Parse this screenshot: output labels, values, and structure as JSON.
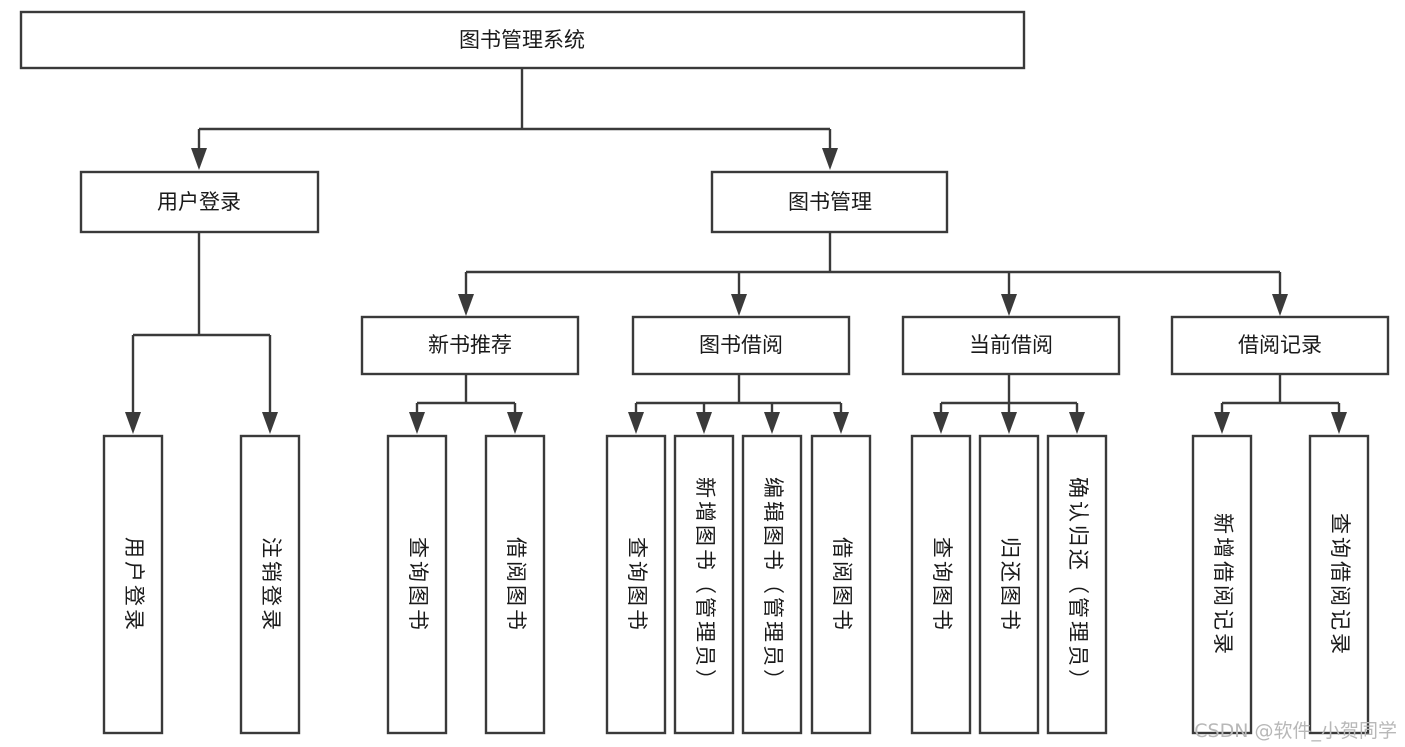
{
  "diagram": {
    "title": "图书管理系统",
    "watermark": "CSDN @软件_小贺同学",
    "colors": {
      "stroke": "#3a3a3a",
      "fill": "#ffffff",
      "text": "#1a1a1a",
      "watermark": "#b8b8b8",
      "background": "#ffffff"
    },
    "root": {
      "label": "图书管理系统"
    },
    "level2": [
      {
        "label": "用户登录"
      },
      {
        "label": "图书管理"
      }
    ],
    "level3": [
      {
        "label": "新书推荐"
      },
      {
        "label": "图书借阅"
      },
      {
        "label": "当前借阅"
      },
      {
        "label": "借阅记录"
      }
    ],
    "leaves": {
      "user_login": [
        {
          "label": "用户登录"
        },
        {
          "label": "注销登录"
        }
      ],
      "new_book_recommend": [
        {
          "label": "查询图书"
        },
        {
          "label": "借阅图书"
        }
      ],
      "book_borrow": [
        {
          "label": "查询图书"
        },
        {
          "label": "新增图书（管理员）"
        },
        {
          "label": "编辑图书（管理员）"
        },
        {
          "label": "借阅图书"
        }
      ],
      "current_borrow": [
        {
          "label": "查询图书"
        },
        {
          "label": "归还图书"
        },
        {
          "label": "确认归还（管理员）"
        }
      ],
      "borrow_record": [
        {
          "label": "新增借阅记录"
        },
        {
          "label": "查询借阅记录"
        }
      ]
    }
  }
}
